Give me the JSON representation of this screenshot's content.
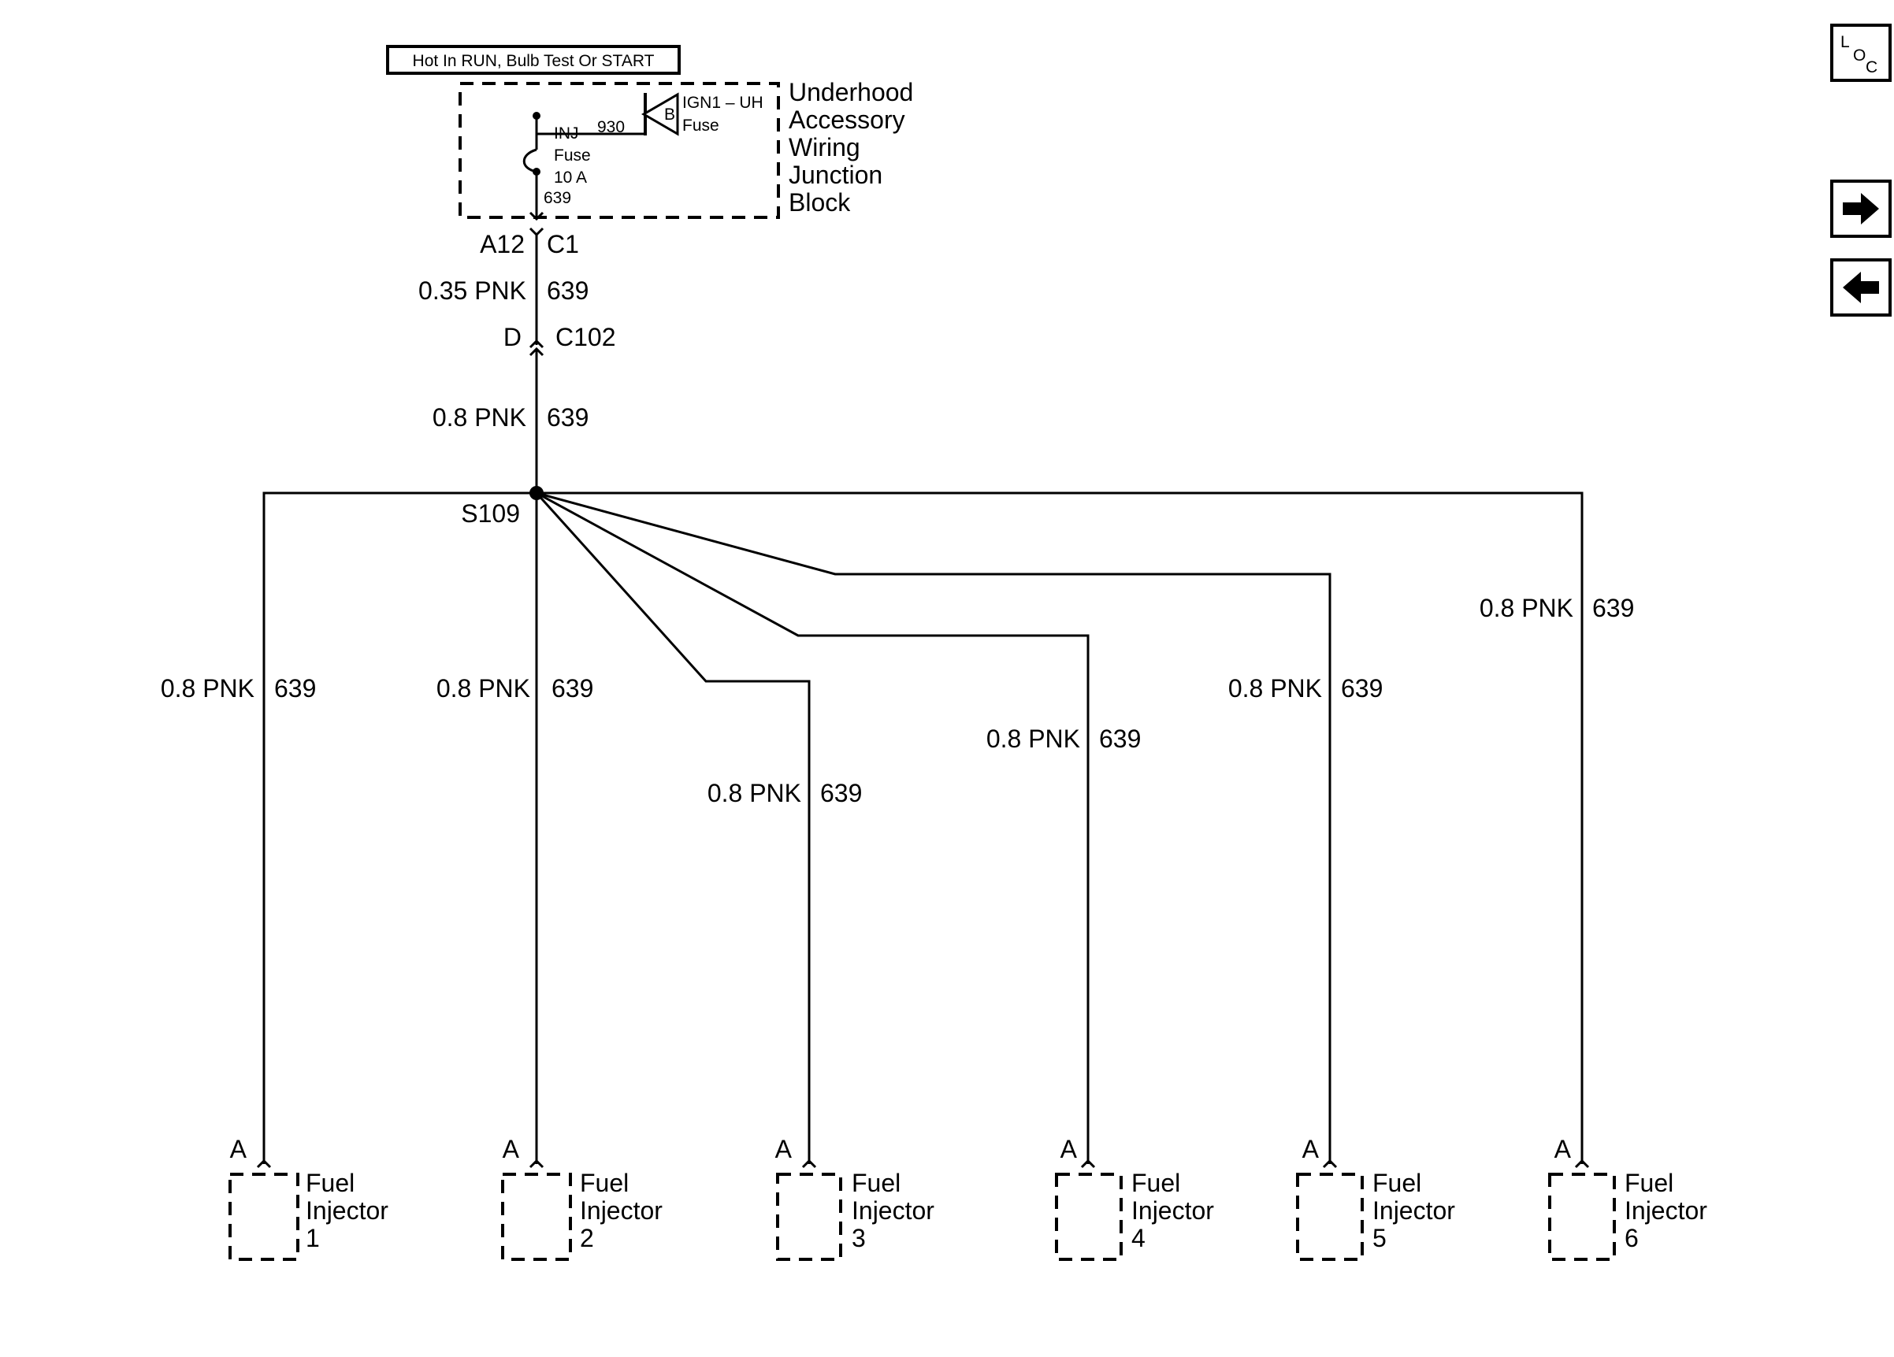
{
  "power": {
    "hot_label": "Hot In RUN, Bulb Test Or START",
    "block_name": [
      "Underhood",
      "Accessory",
      "Wiring",
      "Junction",
      "Block"
    ],
    "ign_fuse": [
      "IGN1 – UH",
      "Fuse"
    ],
    "ign_terminal": "B",
    "ign_circuit": "930",
    "inj_fuse": [
      "INJ",
      "Fuse",
      "10 A"
    ],
    "inj_circuit": "639"
  },
  "feed": {
    "c1_pin": "A12",
    "c1_name": "C1",
    "wire1_gauge": "0.35 PNK",
    "wire1_circuit": "639",
    "c102_pin": "D",
    "c102_name": "C102",
    "wire2_gauge": "0.8 PNK",
    "wire2_circuit": "639",
    "splice": "S109"
  },
  "branches": [
    {
      "gauge": "0.8 PNK",
      "circuit": "639",
      "pin": "A",
      "name": [
        "Fuel",
        "Injector",
        "1"
      ]
    },
    {
      "gauge": "0.8 PNK",
      "circuit": "639",
      "pin": "A",
      "name": [
        "Fuel",
        "Injector",
        "2"
      ]
    },
    {
      "gauge": "0.8 PNK",
      "circuit": "639",
      "pin": "A",
      "name": [
        "Fuel",
        "Injector",
        "3"
      ]
    },
    {
      "gauge": "0.8 PNK",
      "circuit": "639",
      "pin": "A",
      "name": [
        "Fuel",
        "Injector",
        "4"
      ]
    },
    {
      "gauge": "0.8 PNK",
      "circuit": "639",
      "pin": "A",
      "name": [
        "Fuel",
        "Injector",
        "5"
      ]
    },
    {
      "gauge": "0.8 PNK",
      "circuit": "639",
      "pin": "A",
      "name": [
        "Fuel",
        "Injector",
        "6"
      ]
    }
  ],
  "nav": {
    "loc": [
      "L",
      "O",
      "C"
    ],
    "next_icon": "arrow-right-icon",
    "prev_icon": "arrow-left-icon"
  }
}
